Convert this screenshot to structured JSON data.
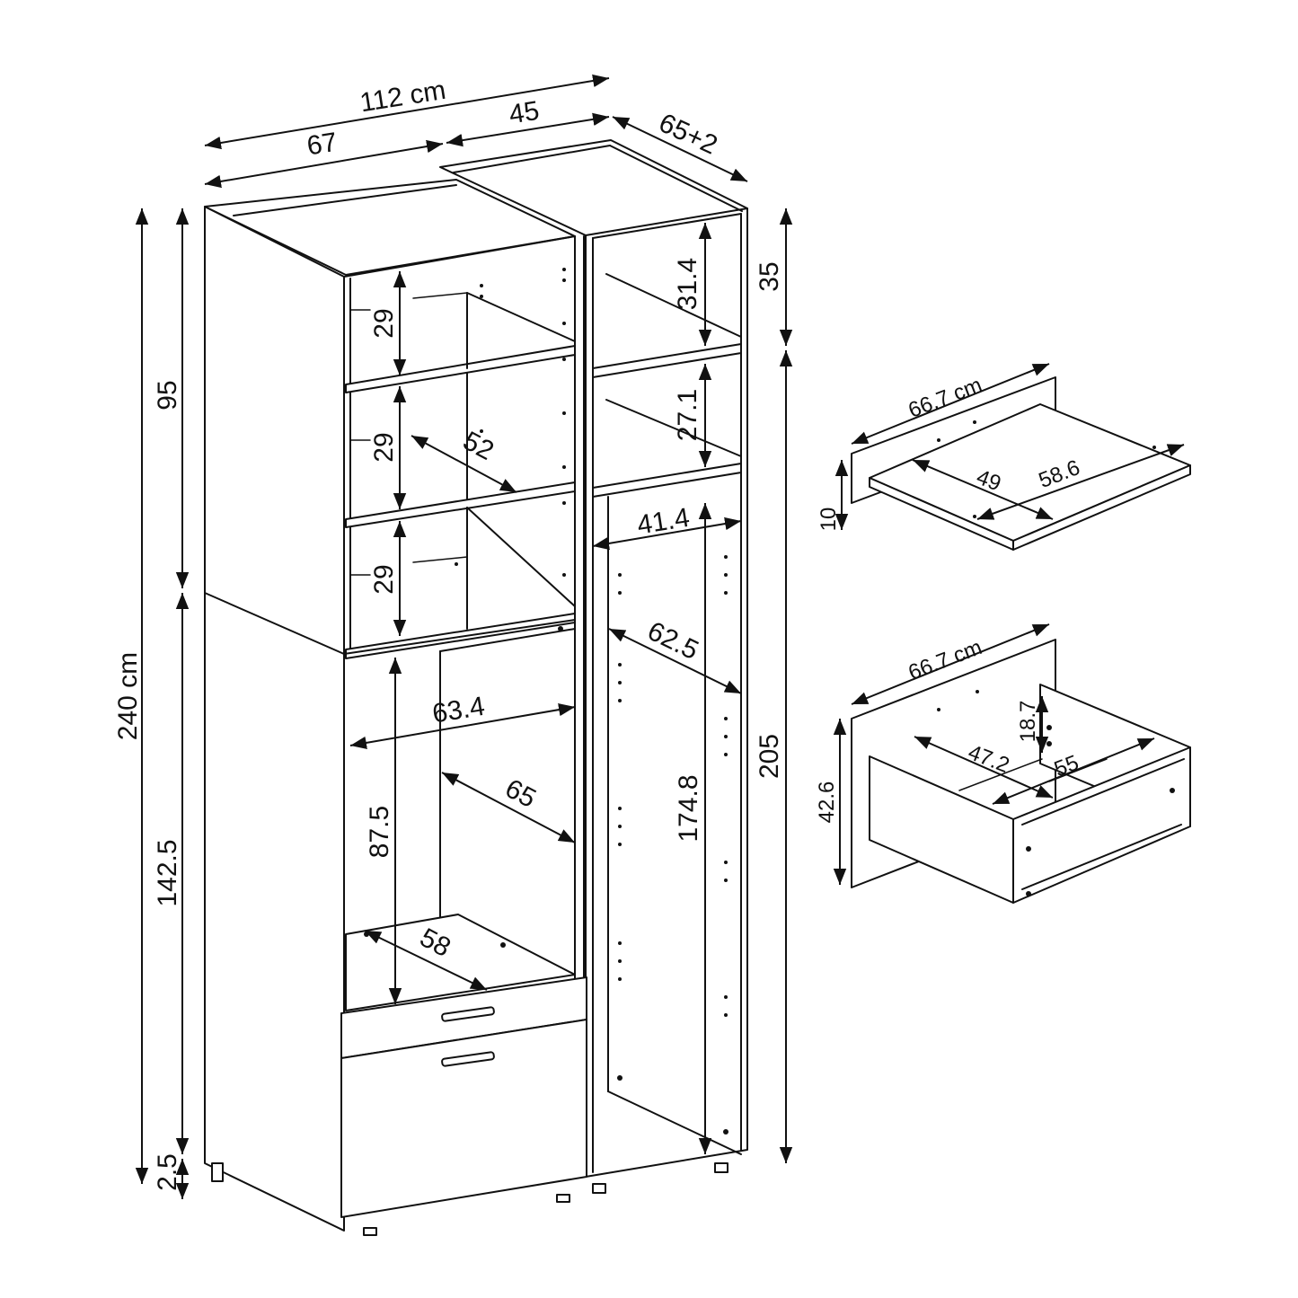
{
  "dimensions": {
    "total_width": "112 cm",
    "left_width": "67",
    "right_width": "45",
    "depth": "65+2",
    "upper_height": "95",
    "total_height": "240 cm",
    "lower_height": "142.5",
    "plinth": "2.5",
    "right_top_section": "35",
    "right_lower_section": "205",
    "shelf_gap_1": "29",
    "shelf_gap_2": "29",
    "shelf_gap_3": "29",
    "shelf_depth_left": "52",
    "right_shelf_gap_1": "31.4",
    "right_shelf_gap_2": "27.1",
    "right_inner_width": "41.4",
    "right_inner_depth": "62.5",
    "right_inner_height": "174.8",
    "niche_width": "63.4",
    "niche_depth": "65",
    "niche_height": "87.5",
    "niche_floor_depth": "58"
  },
  "pullout_shelf": {
    "width": "66.7 cm",
    "depth_a": "49",
    "depth_b": "58.6",
    "height": "10"
  },
  "drawer": {
    "width": "66.7 cm",
    "inner_width": "47.2",
    "inner_depth": "55",
    "inner_height": "18.7",
    "front_height": "42.6"
  }
}
